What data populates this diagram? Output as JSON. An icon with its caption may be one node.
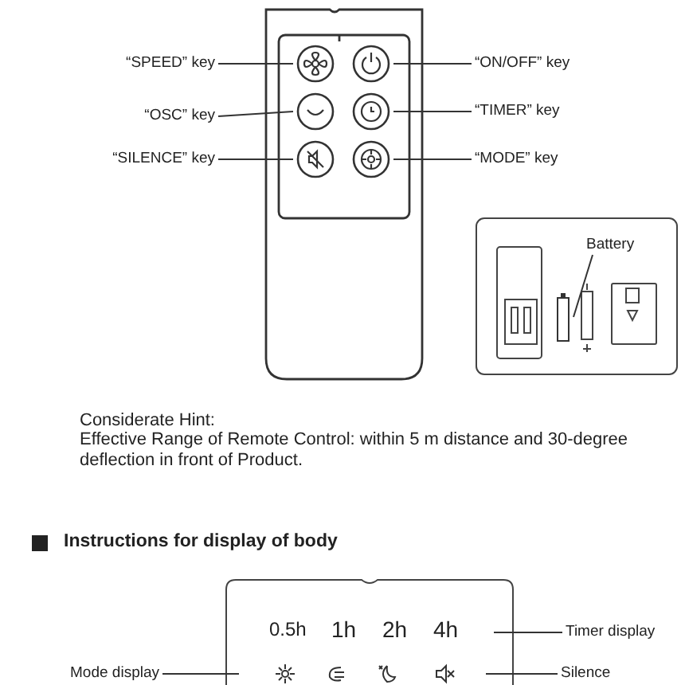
{
  "diagram": {
    "nodes": [
      {
        "text": [
          "“SPEED” key"
        ]
      },
      {
        "text": [],
        "shape": "circle"
      },
      {
        "text": [
          "“ON/OFF” key"
        ]
      },
      {
        "text": [],
        "shape": "circle"
      },
      {
        "text": [
          "“OSC” key"
        ]
      },
      {
        "text": [],
        "shape": "circle"
      },
      {
        "text": [
          "“TIMER” key"
        ]
      },
      {
        "text": [],
        "shape": "circle"
      },
      {
        "text": [
          "“SILENCE” key"
        ]
      },
      {
        "text": [],
        "shape": "circle"
      },
      {
        "text": [
          "“MODE” key"
        ]
      },
      {
        "text": [],
        "shape": "circle"
      },
      {
        "text": [
          "Battery"
        ]
      },
      {
        "text": [],
        "shape": "cylinder"
      },
      {
        "text": [
          "Timer display"
        ]
      },
      {
        "text": [
          "Mode display"
        ]
      },
      {
        "text": [
          "Silence"
        ]
      }
    ],
    "edges": [
      {
        "from": 0,
        "to": 1,
        "arrow": "none"
      },
      {
        "from": 2,
        "to": 3,
        "arrow": "none"
      },
      {
        "from": 4,
        "to": 5,
        "arrow": "none"
      },
      {
        "from": 6,
        "to": 7,
        "arrow": "none"
      },
      {
        "from": 8,
        "to": 9,
        "arrow": "none"
      },
      {
        "from": 10,
        "to": 11,
        "arrow": "none"
      },
      {
        "from": 12,
        "to": 13,
        "arrow": "none"
      },
      {
        "from": 14,
        "to": null,
        "arrow": "none"
      },
      {
        "from": 15,
        "to": null,
        "arrow": "none"
      },
      {
        "from": 16,
        "to": null,
        "arrow": "none"
      }
    ],
    "labels": [
      "Considerate Hint:",
      "Effective Range of Remote Control: within 5 m distance and 30-degree deflection in front of Product.",
      "Instructions for display of body",
      "0.5h",
      "1h",
      "2h",
      "4h"
    ]
  }
}
